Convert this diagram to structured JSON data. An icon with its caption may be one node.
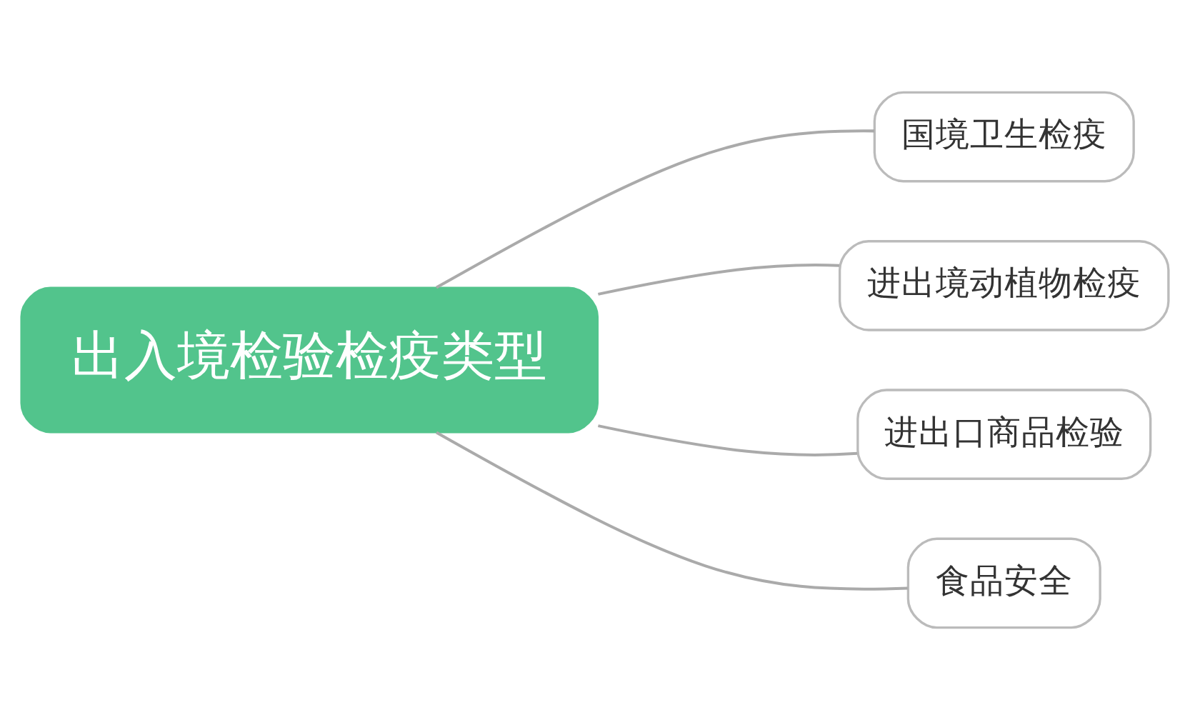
{
  "diagram": {
    "nodes": [
      {
        "text": [
          "出入境检验检疫类型"
        ]
      },
      {
        "text": [
          "国境卫生检疫"
        ]
      },
      {
        "text": [
          "进出境动植物检疫"
        ]
      },
      {
        "text": [
          "进出口商品检验"
        ]
      },
      {
        "text": [
          "食品安全"
        ]
      }
    ],
    "edges": [
      {
        "from": 0,
        "to": 1,
        "arrow": "none"
      },
      {
        "from": 0,
        "to": 2,
        "arrow": "none"
      },
      {
        "from": 0,
        "to": 3,
        "arrow": "none"
      },
      {
        "from": 0,
        "to": 4,
        "arrow": "none"
      }
    ]
  }
}
